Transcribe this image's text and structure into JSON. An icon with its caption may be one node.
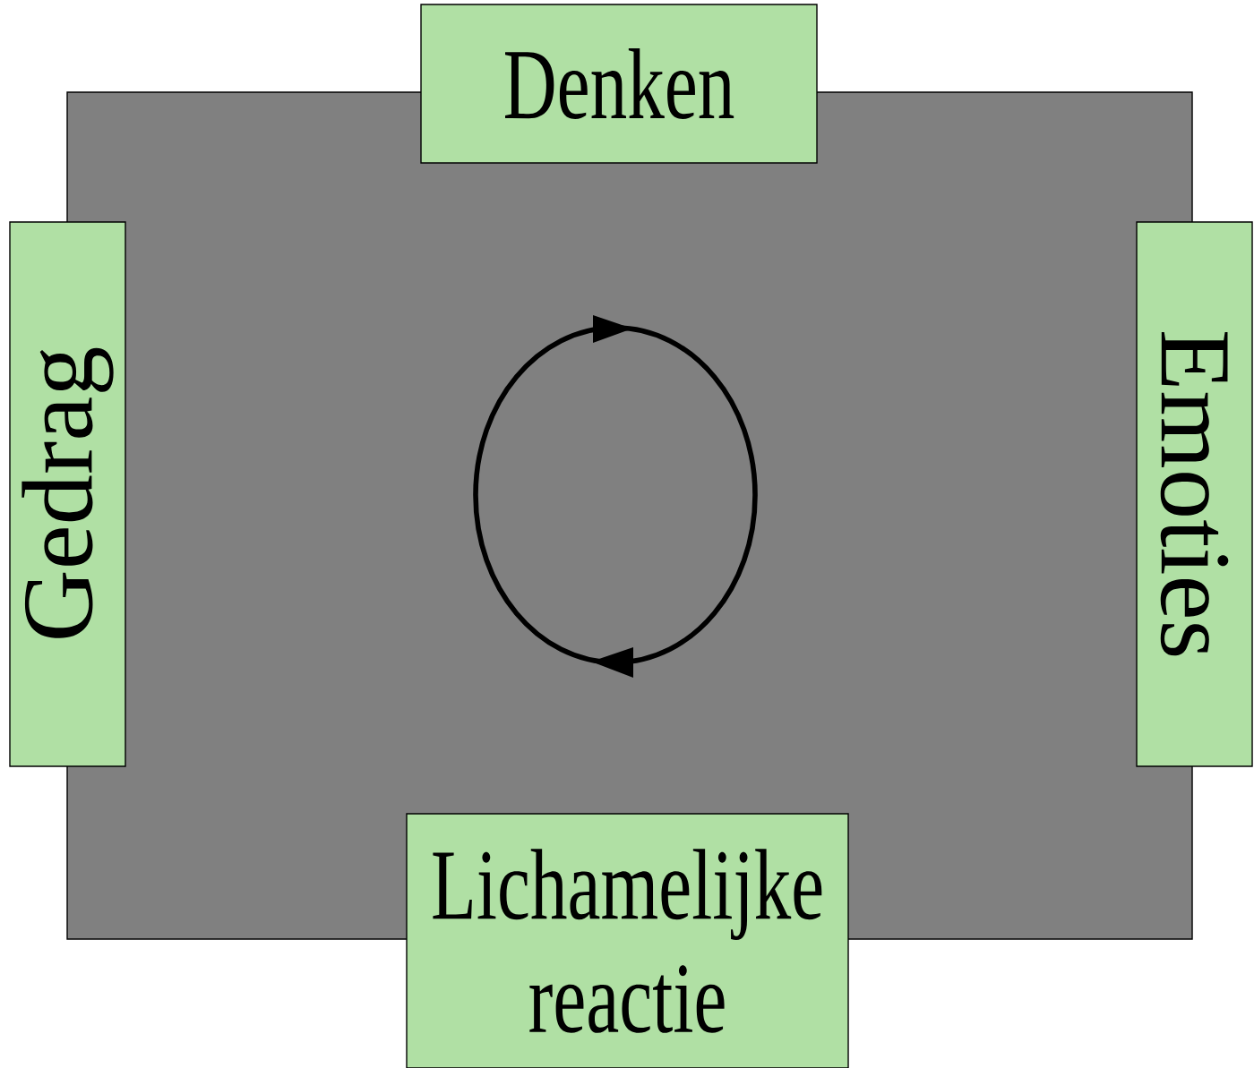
{
  "diagram": {
    "nodes": [
      {
        "text": [
          "Denken"
        ]
      },
      {
        "text": [
          "Gedrag"
        ]
      },
      {
        "text": [
          "Emoties"
        ]
      },
      {
        "text": [
          "Lichamelijke reactie"
        ]
      }
    ]
  }
}
